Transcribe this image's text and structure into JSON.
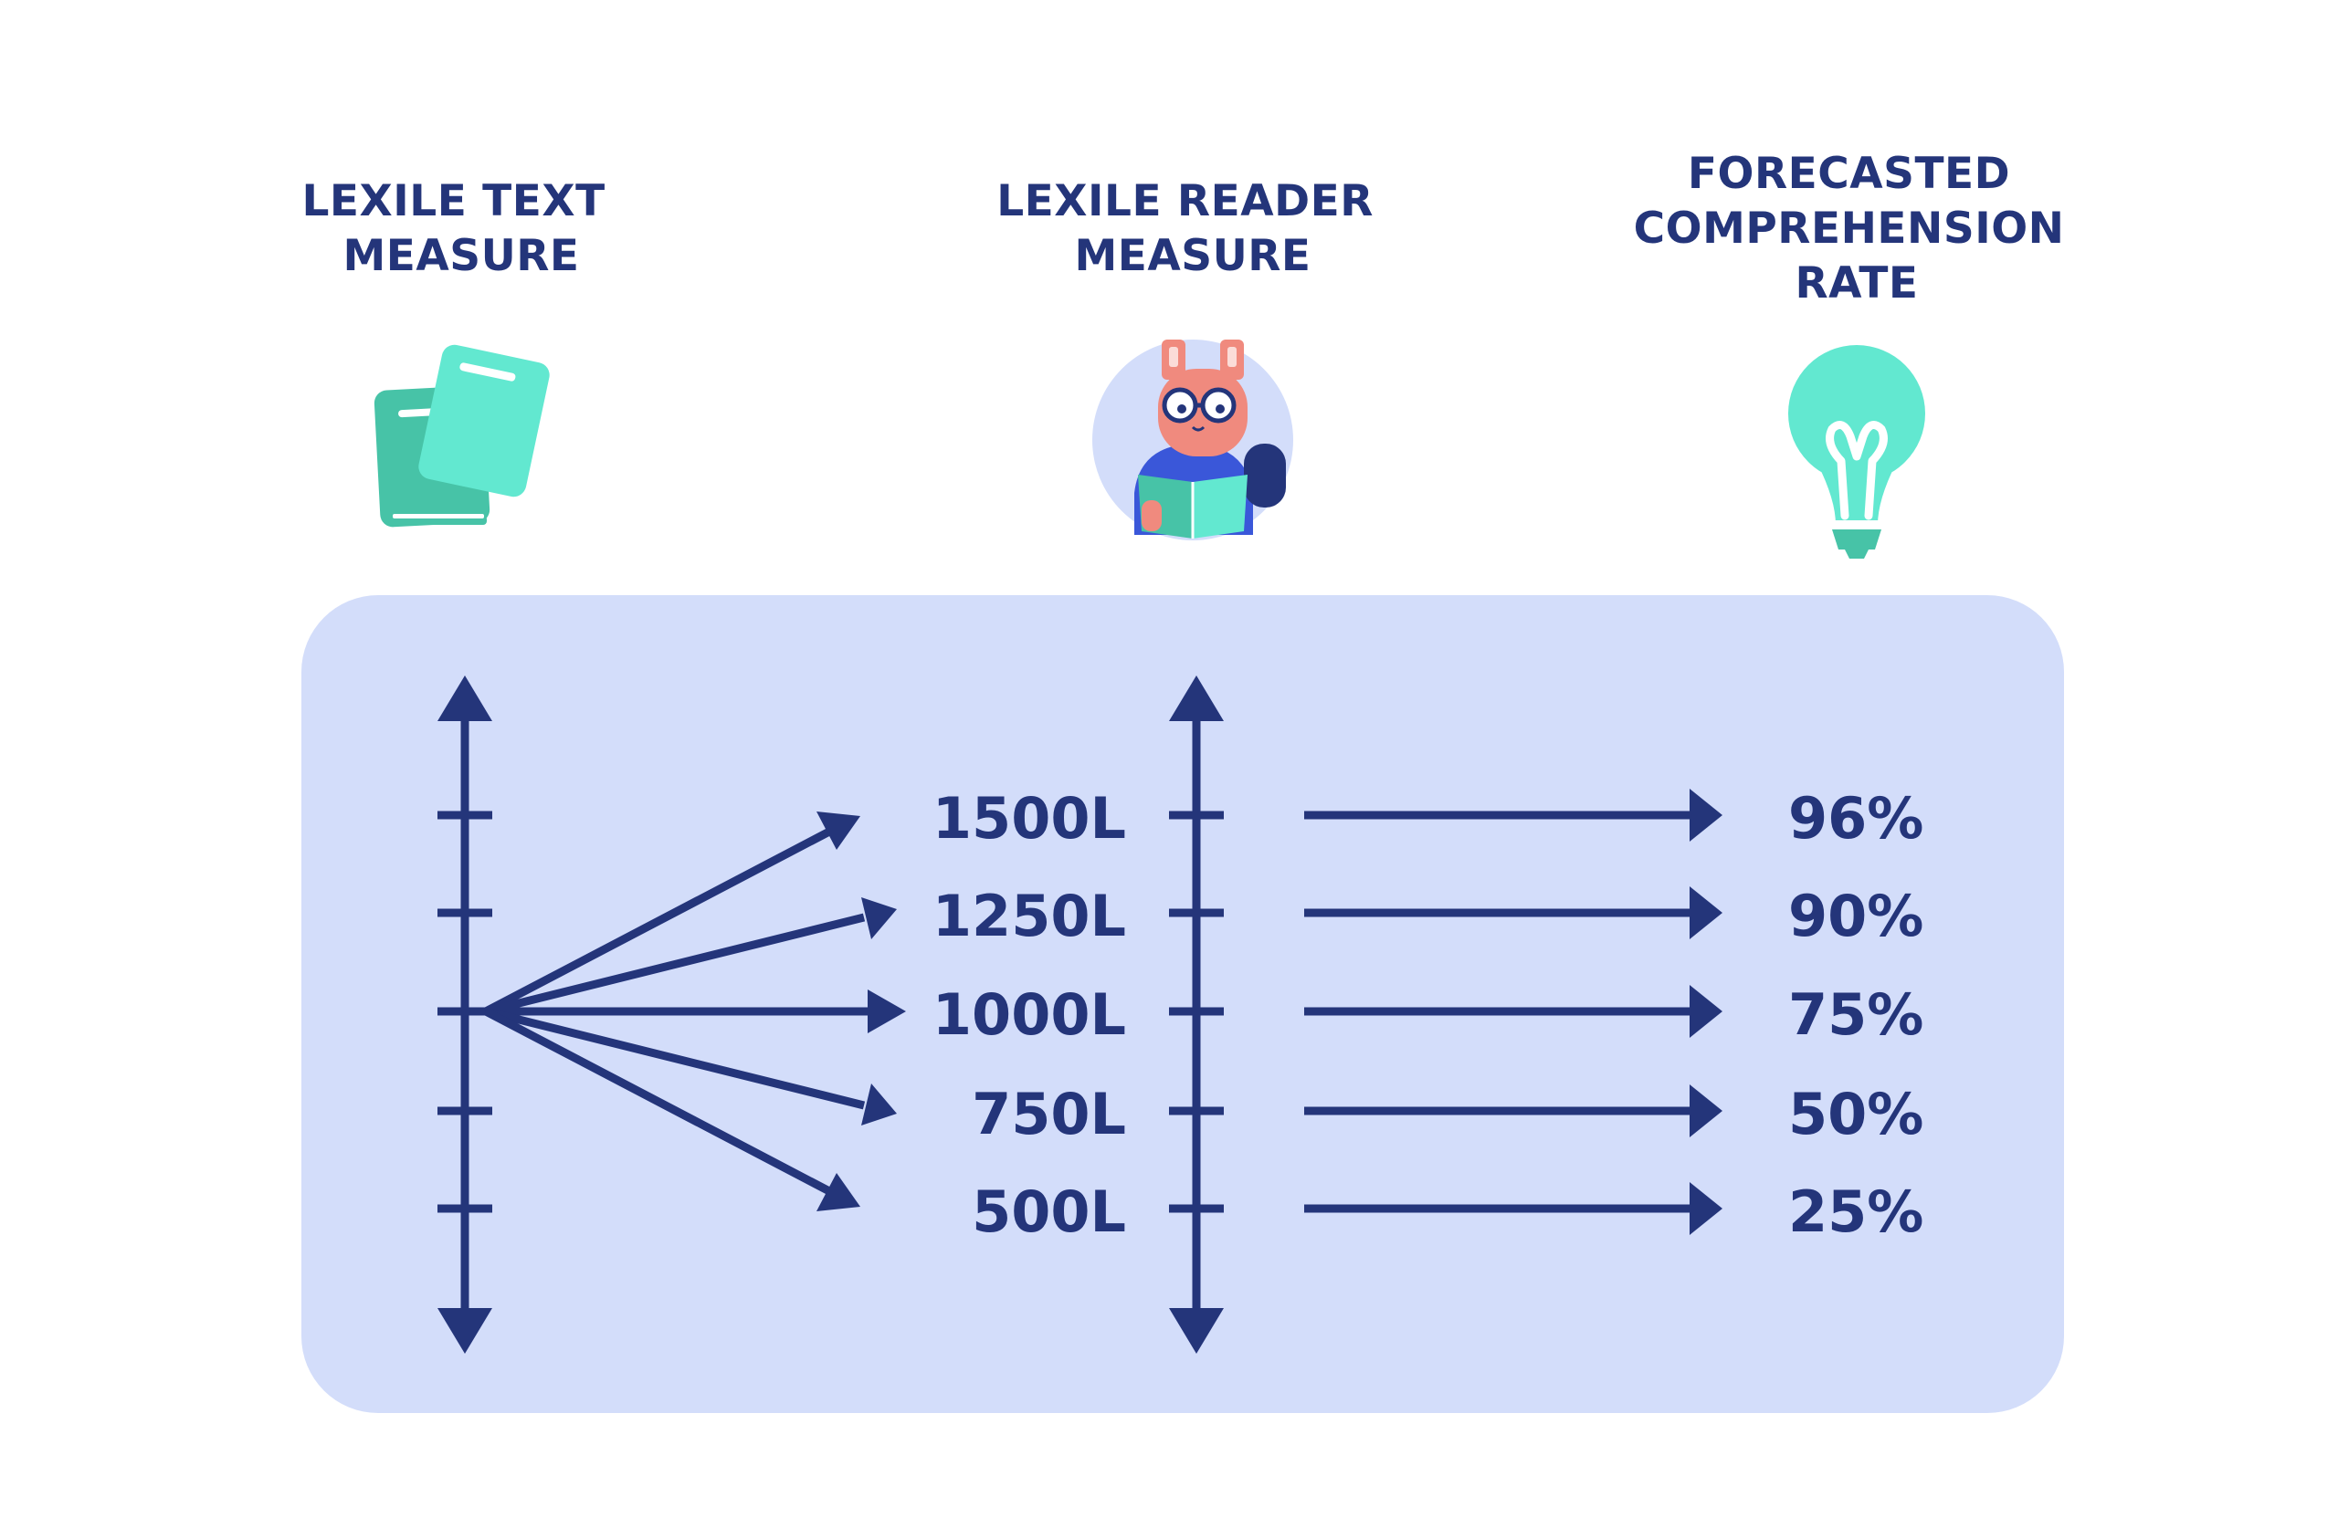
{
  "columns": {
    "text_measure": {
      "line1": "LEXILE TEXT",
      "line2": "MEASURE",
      "icon": "books-icon"
    },
    "reader_measure": {
      "line1": "LEXILE READER",
      "line2": "MEASURE",
      "icon": "reader-avatar-icon"
    },
    "comprehension": {
      "line1": "FORECASTED",
      "line2": "COMPREHENSION",
      "line3": "RATE",
      "icon": "lightbulb-icon"
    }
  },
  "levels": [
    "1500L",
    "1250L",
    "1000L",
    "750L",
    "500L"
  ],
  "rates": [
    "96%",
    "90%",
    "75%",
    "50%",
    "25%"
  ],
  "colors": {
    "navy": "#24357a",
    "panel": "#d3ddfa",
    "teal": "#62e8d0",
    "teal_dark": "#47c3a7",
    "pink": "#f08a7e"
  }
}
